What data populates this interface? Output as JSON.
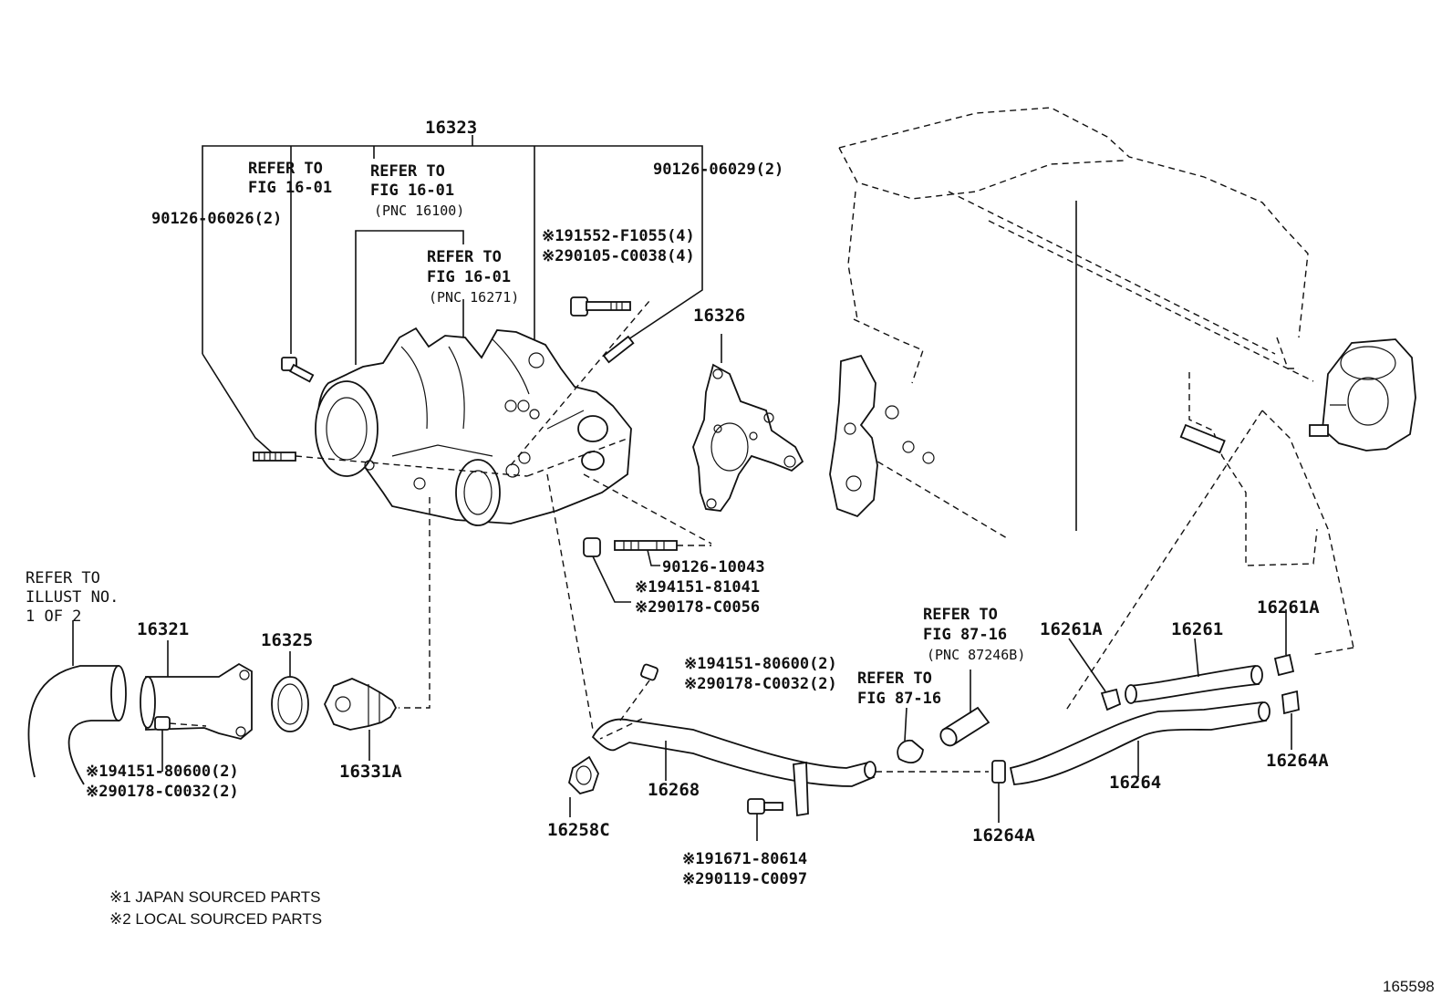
{
  "diagram": {
    "labels": {
      "p16323": "16323",
      "refer_fig1601_a_l1": "REFER TO",
      "refer_fig1601_a_l2": "FIG 16-01",
      "refer_fig1601_b_l1": "REFER TO",
      "refer_fig1601_b_l2": "FIG 16-01",
      "refer_fig1601_b_l3": "(PNC 16100)",
      "refer_fig1601_c_l1": "REFER TO",
      "refer_fig1601_c_l2": "FIG 16-01",
      "refer_fig1601_c_l3": "(PNC 16271)",
      "p9012606026": "90126-06026(2)",
      "p9012606029": "90126-06029(2)",
      "p191552": "※191552-F1055(4)",
      "p290105": "※290105-C0038(4)",
      "p16326": "16326",
      "p9012610043": "90126-10043",
      "p19415181041": "※194151-81041",
      "p290178c0056": "※290178-C0056",
      "refer_illust_l1": "REFER TO",
      "refer_illust_l2": "ILLUST NO.",
      "refer_illust_l3": "1 OF 2",
      "p16321": "16321",
      "p16325": "16325",
      "p16331a": "16331A",
      "p194151_80600_left": "※194151-80600(2)",
      "p290178_c0032_left": "※290178-C0032(2)",
      "p194151_80600_mid": "※194151-80600(2)",
      "p290178_c0032_mid": "※290178-C0032(2)",
      "p16258c": "16258C",
      "p16268": "16268",
      "p191671": "※191671-80614",
      "p290119": "※290119-C0097",
      "refer_fig8716_a_l1": "REFER TO",
      "refer_fig8716_a_l2": "FIG 87-16",
      "refer_fig8716_a_l3": "(PNC 87246B)",
      "refer_fig8716_b_l1": "REFER TO",
      "refer_fig8716_b_l2": "FIG 87-16",
      "p16261a_left": "16261A",
      "p16261": "16261",
      "p16261a_right": "16261A",
      "p16264": "16264",
      "p16264a_bottom": "16264A",
      "p16264a_right": "16264A",
      "note1": "※1 JAPAN SOURCED PARTS",
      "note2": "※2 LOCAL SOURCED PARTS",
      "figure_id": "165598"
    }
  }
}
